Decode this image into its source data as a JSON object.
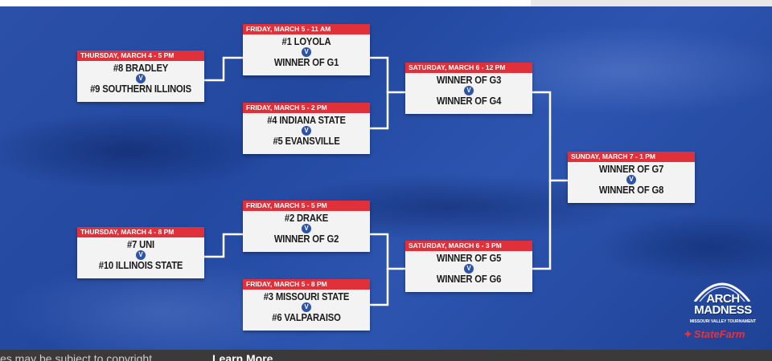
{
  "games": [
    {
      "id": "g1",
      "date": "THURSDAY, MARCH 4 - 5 PM",
      "top": "#8 BRADLEY",
      "bottom": "#9 SOUTHERN ILLINOIS",
      "vs": "V"
    },
    {
      "id": "g2",
      "date": "THURSDAY, MARCH 4 - 8 PM",
      "top": "#7 UNI",
      "bottom": "#10 ILLINOIS STATE",
      "vs": "V"
    },
    {
      "id": "g3",
      "date": "FRIDAY, MARCH 5 - 11 AM",
      "top": "#1 LOYOLA",
      "bottom": "WINNER OF G1",
      "vs": "V"
    },
    {
      "id": "g4",
      "date": "FRIDAY, MARCH 5 - 2 PM",
      "top": "#4 INDIANA STATE",
      "bottom": "#5 EVANSVILLE",
      "vs": "V"
    },
    {
      "id": "g5",
      "date": "FRIDAY, MARCH 5 - 5 PM",
      "top": "#2 DRAKE",
      "bottom": "WINNER OF G2",
      "vs": "V"
    },
    {
      "id": "g6",
      "date": "FRIDAY, MARCH 5 - 8 PM",
      "top": "#3 MISSOURI STATE",
      "bottom": "#6 VALPARAISO",
      "vs": "V"
    },
    {
      "id": "g7",
      "date": "SATURDAY, MARCH 6 - 12 PM",
      "top": "WINNER OF G3",
      "bottom": "WINNER OF G4",
      "vs": "V"
    },
    {
      "id": "g8",
      "date": "SATURDAY, MARCH 6 - 3 PM",
      "top": "WINNER OF G5",
      "bottom": "WINNER OF G6",
      "vs": "V"
    },
    {
      "id": "g9",
      "date": "SUNDAY, MARCH 7 - 1 PM",
      "top": "WINNER OF G7",
      "bottom": "WINNER OF G8",
      "vs": "V"
    }
  ],
  "logo": {
    "title_line1": "ARCH",
    "title_line2": "MADNESS",
    "subtitle": "MISSOURI VALLEY TOURNAMENT",
    "sponsor": "StateFarm"
  },
  "footer": {
    "notice": "es may be subject to copyright.",
    "link": "Learn More"
  },
  "colors": {
    "background": "#2b50a8",
    "date_bar": "#e0313b",
    "card": "#f3f3f3",
    "vs_badge": "#2c52aa",
    "sponsor": "#e8333c"
  }
}
